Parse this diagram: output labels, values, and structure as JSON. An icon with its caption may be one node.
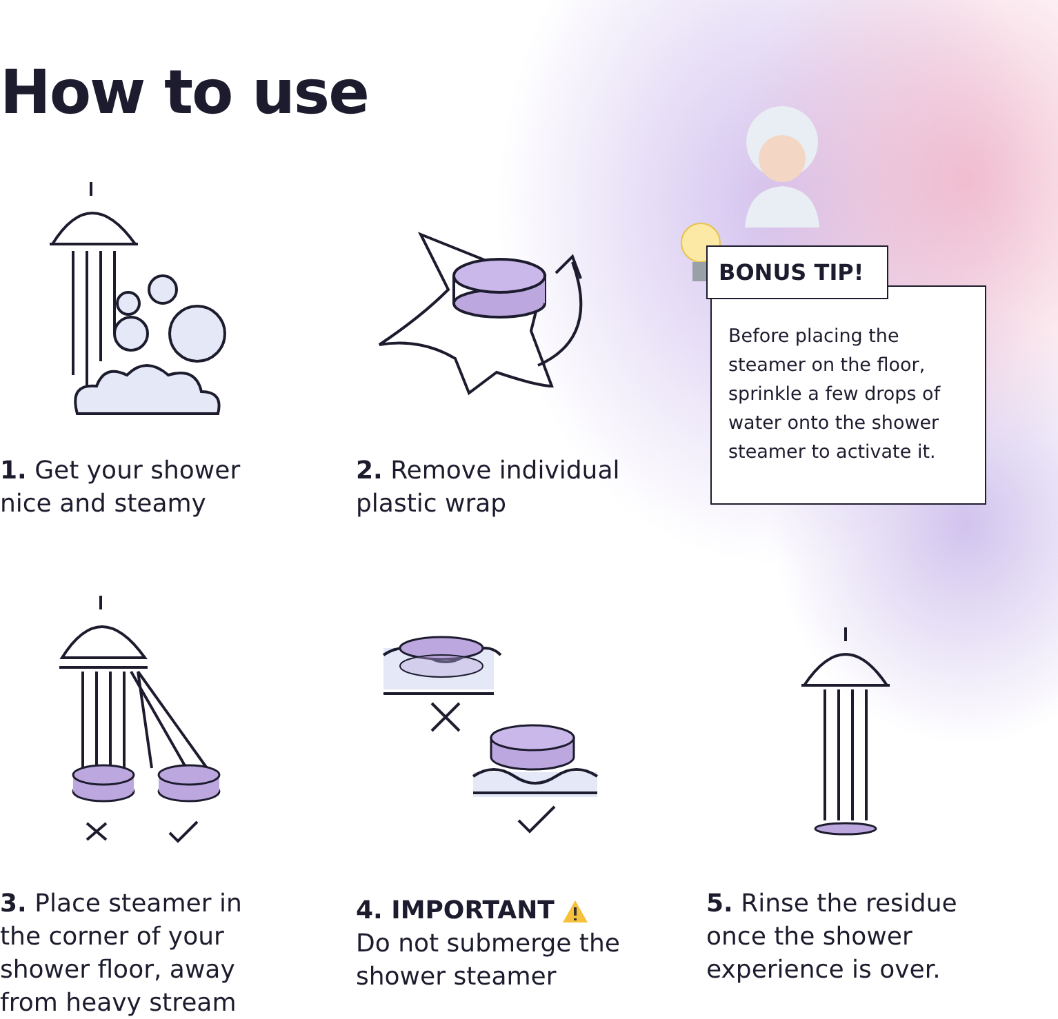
{
  "diagram": {
    "title": "How to use",
    "nodes": [
      {
        "text": [
          "BONUS TIP!"
        ]
      },
      {
        "text": [
          "Before placing the steamer on the floor, sprinkle a few drops of water onto the shower steamer to activate it."
        ]
      }
    ],
    "labels": [
      "**1.** Get your shower nice and steamy",
      "**2.** Remove individual plastic wrap",
      "**3.** Place steamer in the corner of your shower floor, away from heavy stream",
      "4. IMPORTANT",
      "Do not submerge the shower steamer",
      "**5.** Rinse the residue once the shower experience is over."
    ]
  }
}
